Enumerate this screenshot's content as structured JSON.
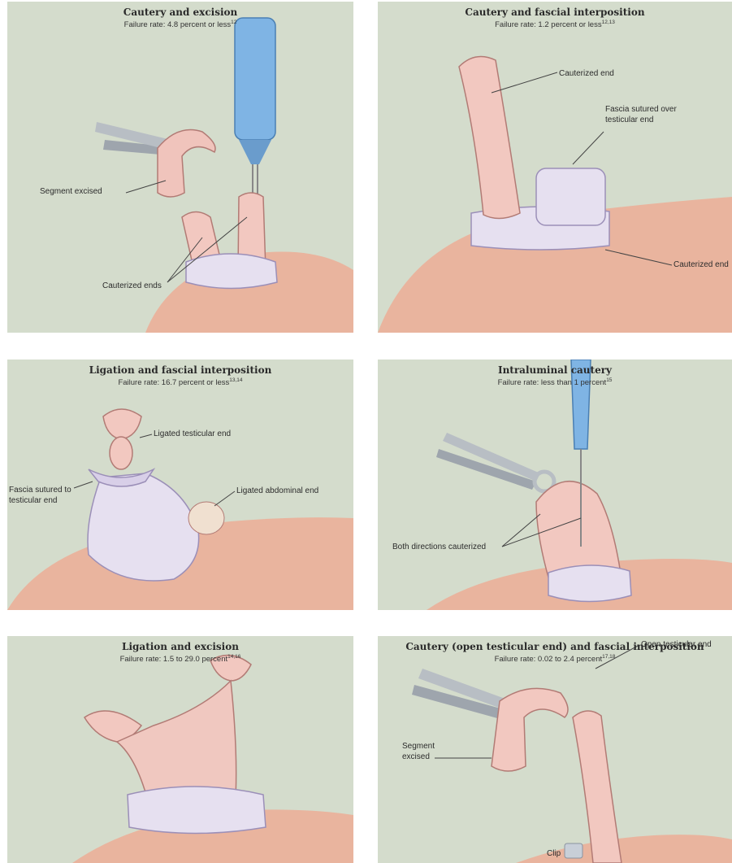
{
  "panels": [
    {
      "title": "Cautery and excision",
      "rate_text": "Failure rate: 4.8 percent or less",
      "rate_refs": "12",
      "labels": {
        "segment": "Segment excised",
        "ends": "Cauterized ends"
      }
    },
    {
      "title": "Cautery and fascial interposition",
      "rate_text": "Failure rate: 1.2 percent or less",
      "rate_refs": "12,13",
      "labels": {
        "cauterized_top": "Cauterized end",
        "fascia_1": "Fascia sutured over",
        "fascia_2": "testicular end",
        "cauterized_bottom": "Cauterized end"
      }
    },
    {
      "title": "Ligation and fascial interposition",
      "rate_text": "Failure rate: 16.7 percent or less",
      "rate_refs": "13,14",
      "labels": {
        "ligated_testicular": "Ligated testicular end",
        "fascia_1": "Fascia sutured to",
        "fascia_2": "testicular end",
        "ligated_abdominal": "Ligated abdominal end"
      }
    },
    {
      "title": "Intraluminal cautery",
      "rate_text": "Failure rate: less than 1 percent",
      "rate_refs": "15",
      "labels": {
        "both": "Both directions cauterized"
      }
    },
    {
      "title": "Ligation and excision",
      "rate_text": "Failure rate: 1.5 to 29.0 percent",
      "rate_refs": "14,16"
    },
    {
      "title": "Cautery (open testicular end) and fascial interposition",
      "rate_text": "Failure rate: 0.02 to 2.4 percent",
      "rate_refs": "17,18",
      "labels": {
        "open_end": "Open testicular end",
        "segment_1": "Segment",
        "segment_2": "excised",
        "clip": "Clip"
      }
    }
  ]
}
